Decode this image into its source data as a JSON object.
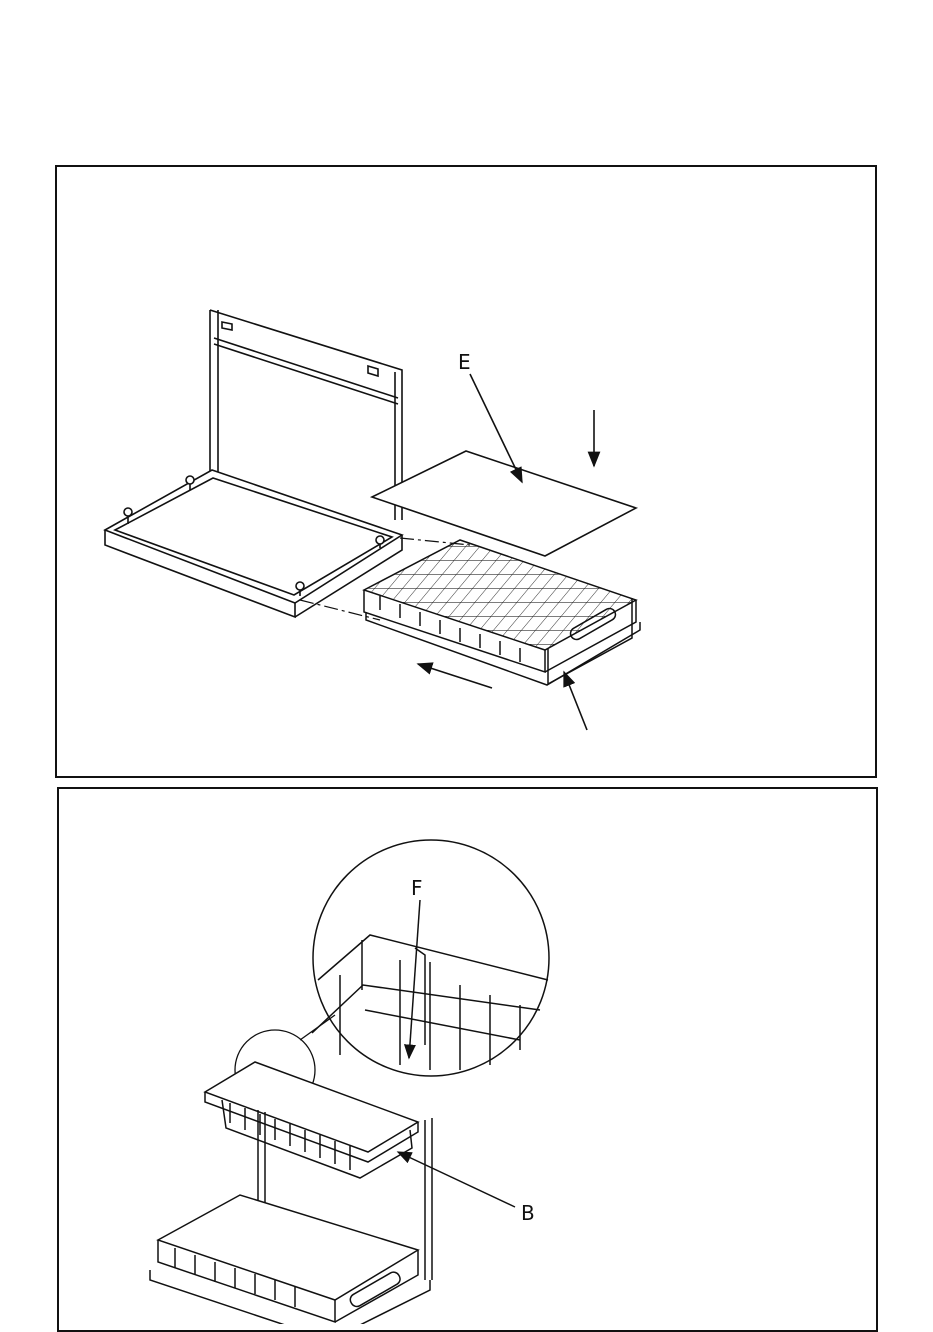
{
  "figure_top": {
    "callout_e": "E"
  },
  "figure_bottom": {
    "callout_f": "F",
    "callout_b": "B"
  }
}
